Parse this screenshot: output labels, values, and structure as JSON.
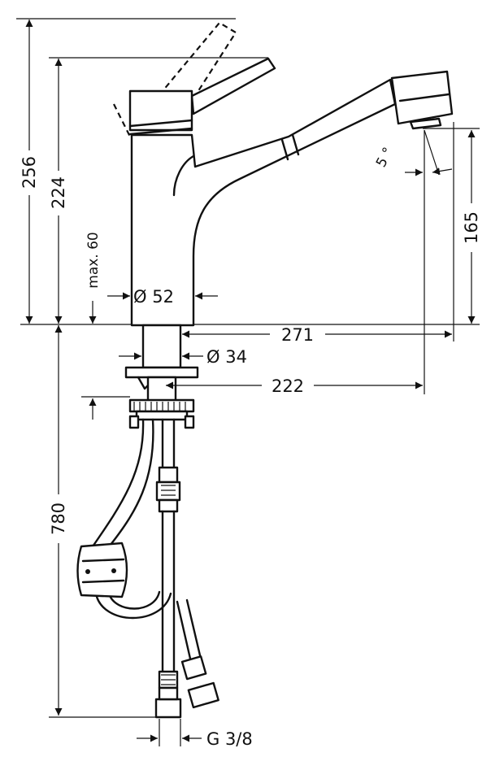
{
  "dimensions": {
    "total_height": "256",
    "lever_height": "224",
    "max_deck_thickness": "max. 60",
    "body_diameter": "Ø 52",
    "shank_diameter": "Ø 34",
    "reach": "271",
    "spray_reach": "222",
    "spray_angle": "5 °",
    "spout_height": "165",
    "hose_length": "780",
    "connection_thread": "G 3/8"
  }
}
